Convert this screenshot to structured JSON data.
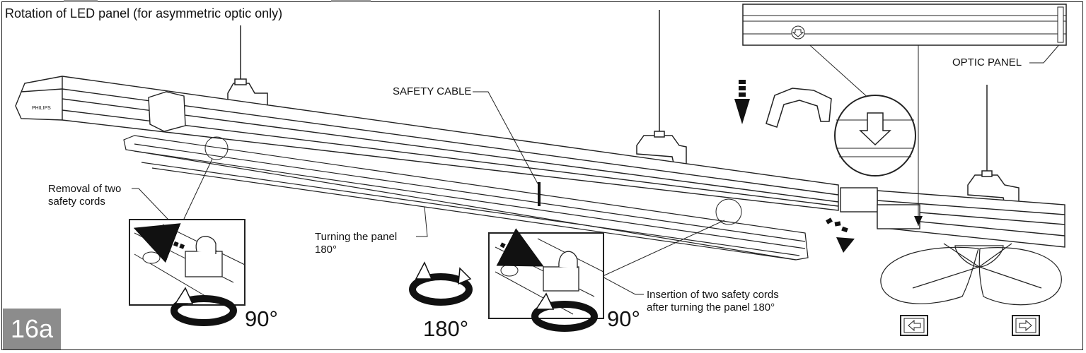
{
  "diagram": {
    "title": "Rotation of LED panel (for asymmetric optic only)",
    "step_badge": "16a",
    "labels": {
      "safety_cable": "SAFETY CABLE",
      "optic_panel": "OPTIC PANEL",
      "removal_line1": "Removal of two",
      "removal_line2": "safety cords",
      "turning_line1": "Turning the panel",
      "turning_line2": "180°",
      "insertion_line1": "Insertion of two safety cords",
      "insertion_line2": "after turning the panel 180°"
    },
    "angles": {
      "left": "90°",
      "center": "180°",
      "right": "90°"
    },
    "brand_mark": "PHILIPS"
  }
}
